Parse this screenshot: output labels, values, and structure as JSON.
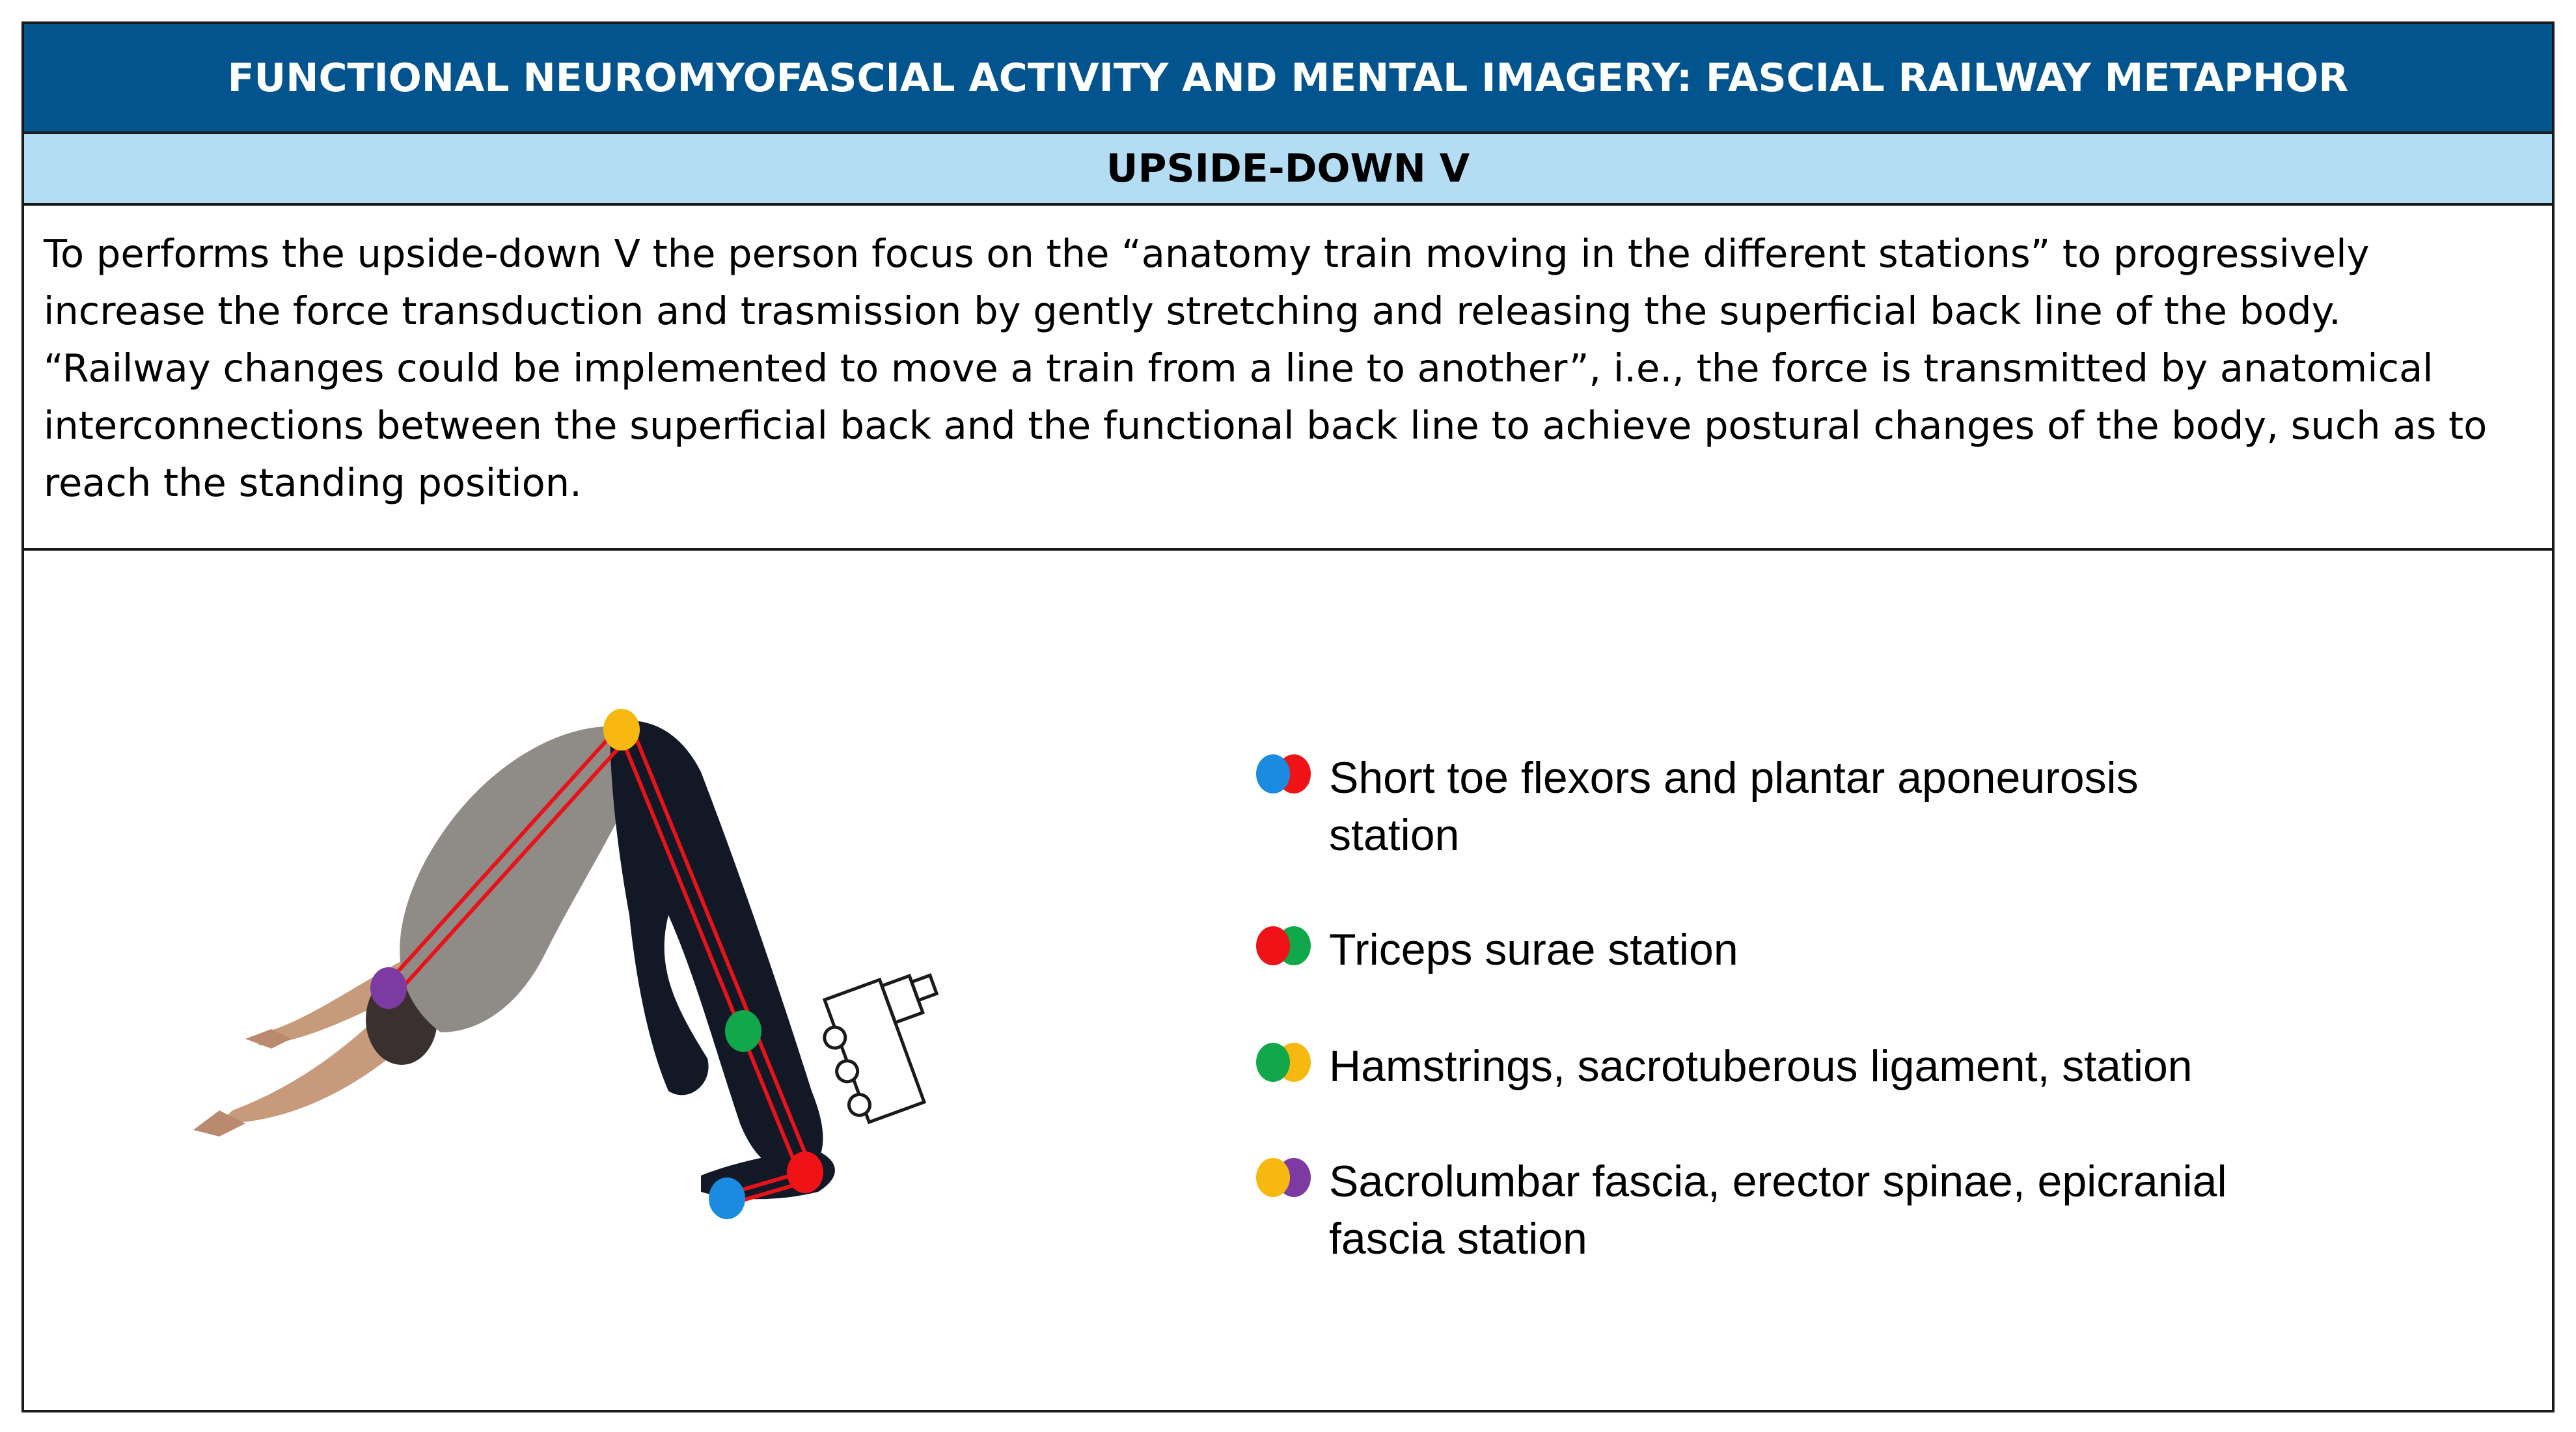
{
  "header": {
    "title": "FUNCTIONAL NEUROMYOFASCIAL ACTIVITY AND MENTAL IMAGERY: FASCIAL RAILWAY METAPHOR",
    "subtitle": "UPSIDE-DOWN V"
  },
  "description": {
    "lines": [
      "To performs the upside-down V the person focus on the “anatomy train moving in the different stations” to progressively",
      "increase the force transduction and trasmission by gently stretching and releasing the superficial back line of the body.",
      "“Railway changes could be implemented to move a train from a line to another”, i.e., the force is transmitted by anatomical",
      "interconnections between the superficial back and the functional back line to achieve postural changes of the body, such as to",
      "reach the standing position."
    ]
  },
  "colors": {
    "title_bar": "#02548f",
    "subtitle_bar": "#b4ddf3",
    "rail_line": "#e8121a",
    "blue_station": "#1a8be0",
    "red_station": "#ef1216",
    "green_station": "#10a84a",
    "yellow_station": "#f7b90f",
    "purple_station": "#7e3aa3"
  },
  "legend": [
    {
      "label_line1": "Short toe flexors and plantar aponeurosis",
      "label_line2": "station",
      "colors": [
        "#1a8be0",
        "#ef1216"
      ]
    },
    {
      "label_line1": "Triceps surae station",
      "label_line2": "",
      "colors": [
        "#ef1216",
        "#10a84a"
      ]
    },
    {
      "label_line1": "Hamstrings, sacrotuberous ligament, station",
      "label_line2": "",
      "colors": [
        "#10a84a",
        "#f7b90f"
      ]
    },
    {
      "label_line1": "Sacrolumbar fascia, erector spinae, epicranial",
      "label_line2": "fascia station",
      "colors": [
        "#f7b90f",
        "#7e3aa3"
      ]
    }
  ],
  "figure": {
    "icons": [
      "person-pose",
      "train-icon"
    ]
  }
}
